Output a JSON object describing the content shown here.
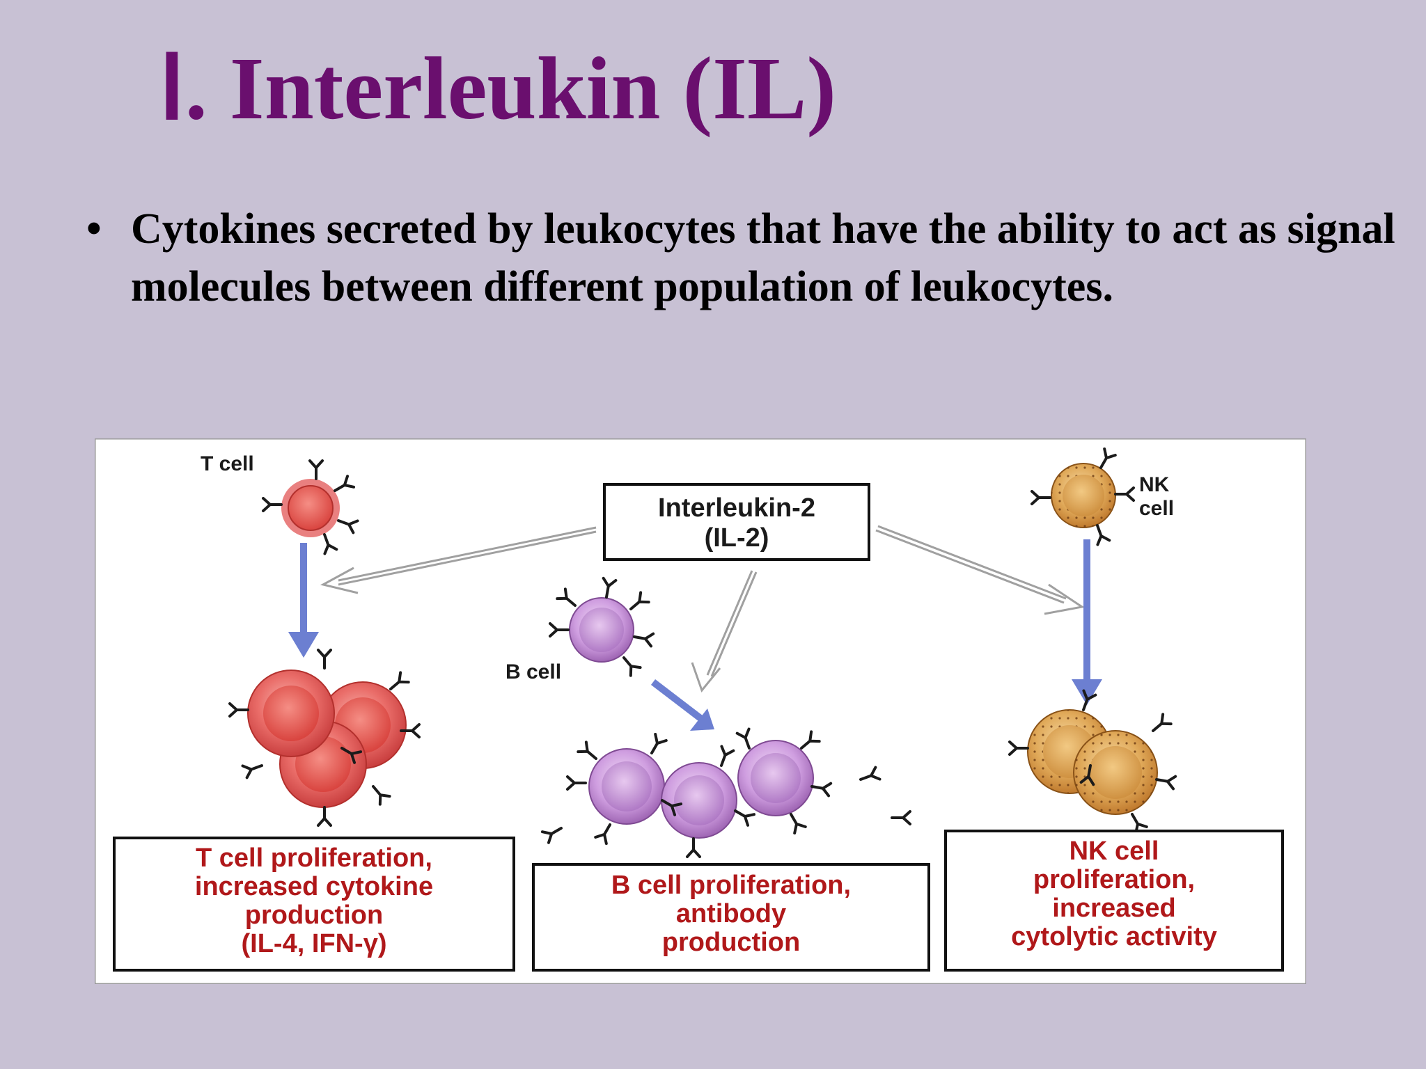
{
  "slide": {
    "title": "Ⅰ. Interleukin (IL)",
    "bullet": "Cytokines secreted by leukocytes that have the ability to act as signal  molecules between different population of leukocytes."
  },
  "diagram": {
    "center_box": {
      "line1": "Interleukin-2",
      "line2": "(IL-2)"
    },
    "cells": {
      "t_cell": "T cell",
      "b_cell": "B cell",
      "nk_cell_line1": "NK",
      "nk_cell_line2": "cell"
    },
    "outcomes": {
      "t": [
        "T cell proliferation,",
        "increased cytokine",
        "production",
        "(IL-4, IFN-γ)"
      ],
      "b": [
        "B cell proliferation,",
        "antibody",
        "production"
      ],
      "nk": [
        "NK cell",
        "proliferation,",
        "increased",
        "cytolytic activity"
      ]
    },
    "colors": {
      "title": "#6a0f6e",
      "background": "#c8c1d4",
      "outcome_text": "#b0181a",
      "t_cell": "#e15a5a",
      "b_cell": "#c48bd6",
      "nk_cell": "#d7a24e",
      "arrow_blue": "#6c7fd1"
    }
  }
}
